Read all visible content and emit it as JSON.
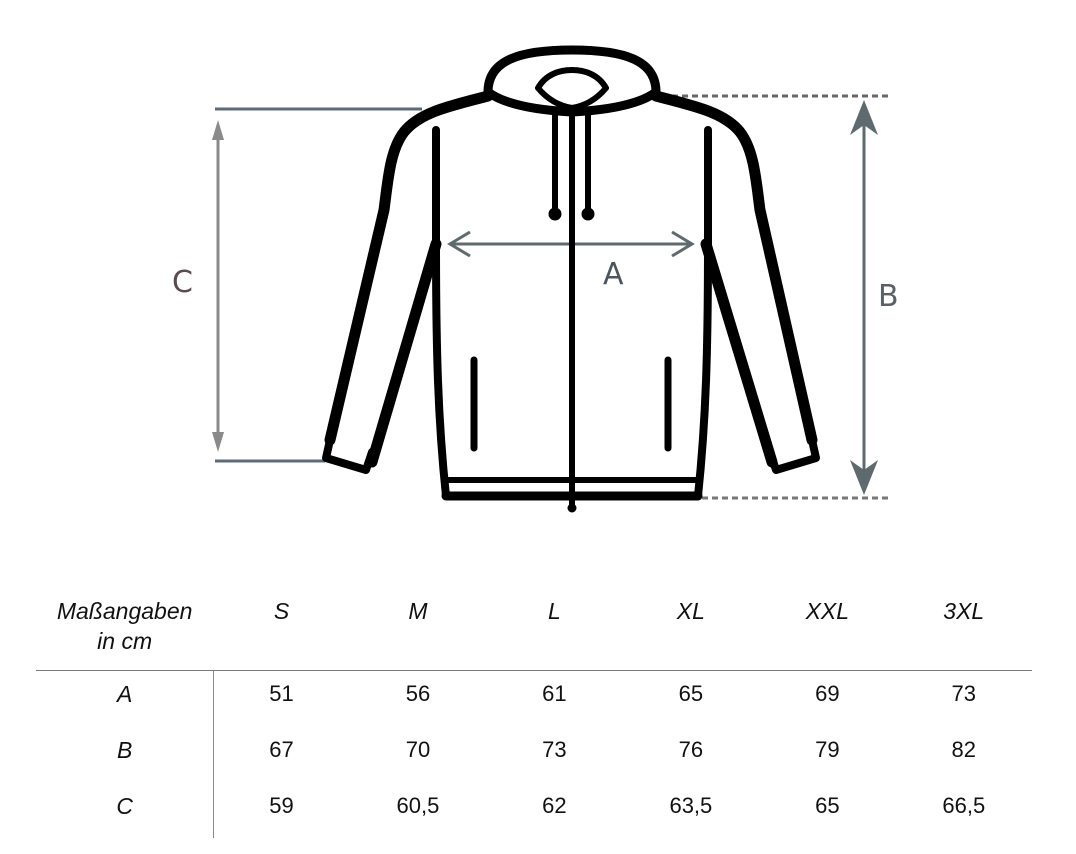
{
  "diagram": {
    "subject": "hoodie-with-zipper",
    "measurements": [
      {
        "key": "A",
        "label": "A",
        "description": "chest width (armpit to armpit)"
      },
      {
        "key": "B",
        "label": "B",
        "description": "total length (shoulder to hem)"
      },
      {
        "key": "C",
        "label": "C",
        "description": "sleeve length"
      }
    ],
    "colors": {
      "outline": "#000000",
      "arrow": "#5f6a6e",
      "guide_line": "#5c6b78",
      "label_c": "#5a4a4e"
    }
  },
  "table": {
    "header": {
      "title_line1": "Maßangaben",
      "title_line2": "in cm",
      "sizes": [
        "S",
        "M",
        "L",
        "XL",
        "XXL",
        "3XL"
      ]
    },
    "rows": [
      {
        "label": "A",
        "values": [
          "51",
          "56",
          "61",
          "65",
          "69",
          "73"
        ]
      },
      {
        "label": "B",
        "values": [
          "67",
          "70",
          "73",
          "76",
          "79",
          "82"
        ]
      },
      {
        "label": "C",
        "values": [
          "59",
          "60,5",
          "62",
          "63,5",
          "65",
          "66,5"
        ]
      }
    ]
  }
}
